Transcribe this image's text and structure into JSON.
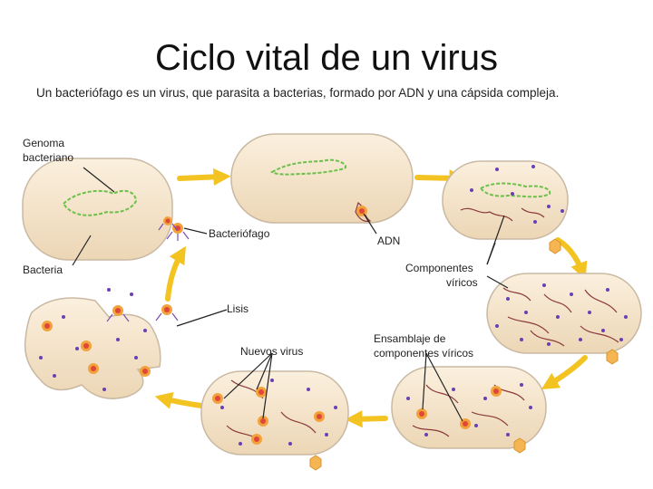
{
  "title": "Ciclo vital de un virus",
  "subtitle": "Un bacteriófago es un virus, que parasita a bacterias, formado por ADN y una cápsida compleja.",
  "labels": {
    "genome_1": "Genoma",
    "genome_2": "bacteriano",
    "bacteria": "Bacteria",
    "bacteriophage": "Bacteriófago",
    "dna": "ADN",
    "components_1": "Componentes",
    "components_2": "víricos",
    "lysis": "Lisis",
    "new_viruses": "Nuevos virus",
    "assembly_1": "Ensamblaje de",
    "assembly_2": "componentes víricos"
  },
  "colors": {
    "cell_fill": "#f7e6cc",
    "cell_stroke": "#c9b9a3",
    "genome": "#6cc04a",
    "viral_dna": "#8b3a3a",
    "dot": "#6a3fb5",
    "arrow": "#f3c321",
    "phage_head": "#f2a23a",
    "phage_core": "#e0463a"
  }
}
